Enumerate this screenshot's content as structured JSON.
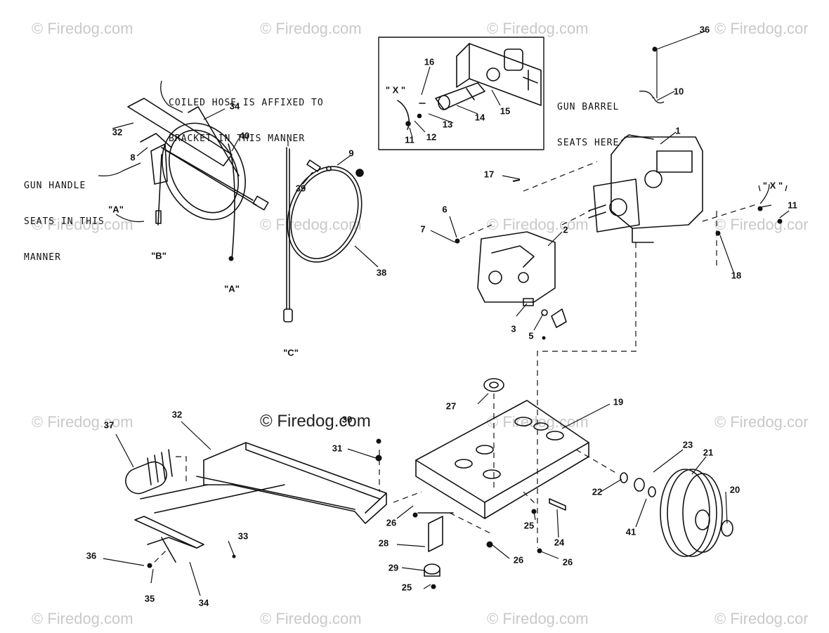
{
  "watermark": "© Firedog.com",
  "watermark_cut": "© Firedog.cor",
  "notes": {
    "coiled_hose_line1": "COILED HOSE IS AFFIXED TO",
    "coiled_hose_line2": "BRACKET IN THIS MANNER",
    "gun_handle_line1": "GUN HANDLE",
    "gun_handle_line2": "SEATS IN THIS",
    "gun_handle_line3": "MANNER",
    "gun_barrel_line1": "GUN BARREL",
    "gun_barrel_line2": "SEATS HERE"
  },
  "refs": {
    "A": "\"A\"",
    "B": "\"B\"",
    "C": "\"C\"",
    "X": "\" X \""
  },
  "callouts": [
    "1",
    "2",
    "3",
    "5",
    "6",
    "7",
    "8",
    "9",
    "10",
    "11",
    "12",
    "13",
    "14",
    "15",
    "16",
    "17",
    "18",
    "19",
    "20",
    "21",
    "22",
    "23",
    "24",
    "25",
    "26",
    "27",
    "28",
    "29",
    "30",
    "31",
    "32",
    "33",
    "34",
    "35",
    "36",
    "37",
    "38",
    "39",
    "40",
    "41"
  ]
}
